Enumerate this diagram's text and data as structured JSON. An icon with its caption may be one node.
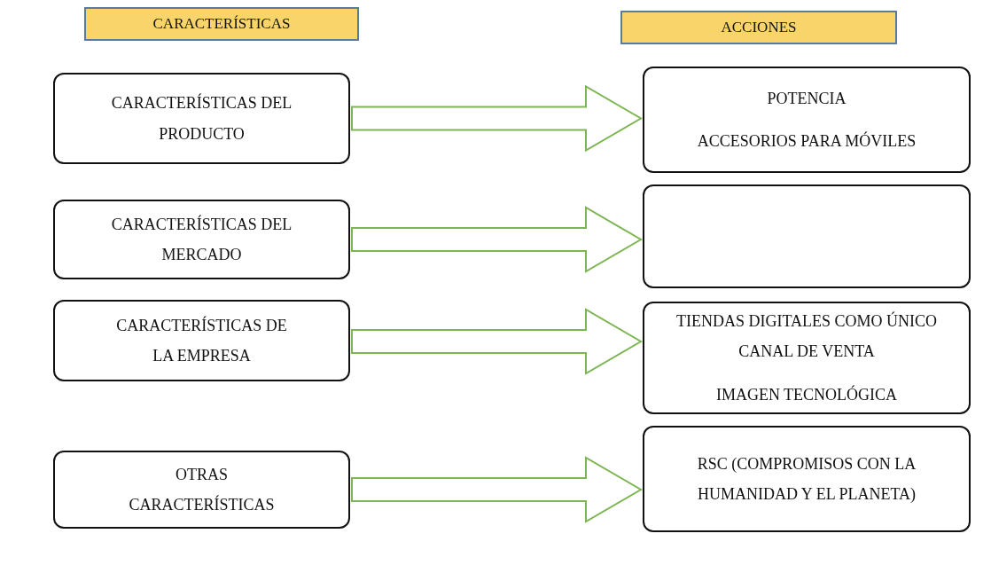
{
  "diagram": {
    "nodes": [
      {
        "text": [
          "CARACTERÍSTICAS"
        ]
      },
      {
        "text": [
          "ACCIONES"
        ]
      },
      {
        "text": [
          "CARACTERÍSTICAS DEL PRODUCTO"
        ]
      },
      {
        "text": [
          "POTENCIA",
          "ACCESORIOS PARA MÓVILES"
        ]
      },
      {
        "text": [
          "CARACTERÍSTICAS DEL MERCADO"
        ]
      },
      {
        "text": [],
        "shape": "box"
      },
      {
        "text": [
          "CARACTERÍSTICAS DE LA EMPRESA"
        ]
      },
      {
        "text": [
          "TIENDAS DIGITALES COMO ÚNICO CANAL DE VENTA",
          "IMAGEN TECNOLÓGICA"
        ]
      },
      {
        "text": [
          "OTRAS CARACTERÍSTICAS"
        ]
      },
      {
        "text": [
          "RSC (COMPROMISOS CON LA HUMANIDAD Y EL PLANETA)"
        ]
      }
    ],
    "edges": [
      {
        "from": 2,
        "to": 3,
        "arrow": "to"
      },
      {
        "from": 4,
        "to": 5,
        "arrow": "to"
      },
      {
        "from": 6,
        "to": 7,
        "arrow": "to"
      },
      {
        "from": 8,
        "to": 9,
        "arrow": "to"
      }
    ]
  }
}
